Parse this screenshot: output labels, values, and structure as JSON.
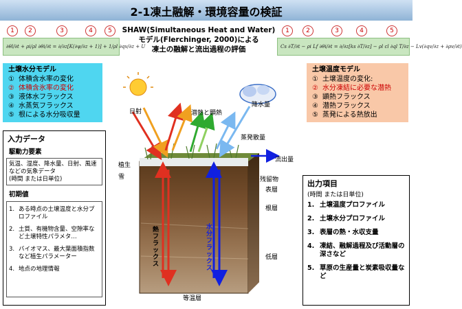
{
  "title": "2-1凍土融解・環境容量の検証",
  "left_equation": {
    "numbers": [
      "1",
      "2",
      "3",
      "4",
      "5"
    ],
    "formula": "∂θl/∂t + ρi/ρl ∂θi/∂t = ∂/∂z[K(∂ψ/∂z + 1)] + 1/ρl ∂qv/∂z + U"
  },
  "right_equation": {
    "numbers": [
      "1",
      "2",
      "3",
      "4",
      "5"
    ],
    "formula": "Cs ∂T/∂t − ρi Lf ∂θi/∂t = ∂/∂z[ks ∂T/∂z] − ρl cl ∂ql T/∂z − Lv(∂qv/∂z + ∂ρv/∂t)"
  },
  "center_heading": {
    "line1": "SHAW(Simultaneous Heat and Water)",
    "line2": "モデル(Flerchinger, 2000)による",
    "line3": "凍土の融解と流出過程の評価"
  },
  "water_model": {
    "title": "土壌水分モデル",
    "items": [
      {
        "num": "①",
        "text": "体積含水率の変化",
        "highlight": false
      },
      {
        "num": "②",
        "text": "体積含氷率の変化",
        "highlight": true
      },
      {
        "num": "③",
        "text": "液体水フラックス",
        "highlight": false
      },
      {
        "num": "④",
        "text": "水蒸気フラックス",
        "highlight": false
      },
      {
        "num": "⑤",
        "text": "根による水分吸収量",
        "highlight": false
      }
    ]
  },
  "heat_model": {
    "title": "土壌温度モデル",
    "items": [
      {
        "num": "①",
        "text": "土壌温度の変化:",
        "highlight": false
      },
      {
        "num": "②",
        "text": "水分凍結に必要な潜熱",
        "highlight": true
      },
      {
        "num": "③",
        "text": "顕熱フラックス",
        "highlight": false
      },
      {
        "num": "④",
        "text": "潜熱フラックス",
        "highlight": false
      },
      {
        "num": "⑤",
        "text": "蒸発による熱放出",
        "highlight": false
      }
    ]
  },
  "input": {
    "title": "入力データ",
    "driving_title": "駆動力要素",
    "driving_text": "気温、湿度、降水量、日射、風速などの気象データ",
    "driving_note": "(時間 または日単位)",
    "initial_title": "初期値",
    "initial_items": [
      {
        "num": "1.",
        "text": "ある時点の土壌温度と水分プロファイル"
      },
      {
        "num": "2.",
        "text": "土質、有機物含量、空隙率など土壌特性パラメタ…"
      },
      {
        "num": "3.",
        "text": "バイオマス、最大葉面積指数など植生パラメーター"
      },
      {
        "num": "4.",
        "text": "地点の地理情報"
      }
    ]
  },
  "output": {
    "title": "出力項目",
    "note": "(時間 または日単位)",
    "items": [
      {
        "num": "1.",
        "text": "土壌温度プロファイル"
      },
      {
        "num": "2.",
        "text": "土壌水分プロファイル"
      },
      {
        "num": "3.",
        "text": "表層の熱・水収支量"
      },
      {
        "num": "4.",
        "text": "凍結、融解過程及び活動層の深さなど"
      },
      {
        "num": "5.",
        "text": "草原の生産量と炭素吸収量など"
      }
    ]
  },
  "diagram": {
    "radiation": "日射",
    "latent_sensible": "潜熱と顕熱",
    "precipitation": "降水量",
    "evapotranspiration": "蒸発散量",
    "vegetation": "植生",
    "snow": "雪",
    "runoff": "流出量",
    "residue": "残留物",
    "surface": "表層",
    "root_layer": "根層",
    "low_layer": "低層",
    "heat_flux": "熱フラックス",
    "water_flux": "水分フラックス",
    "isothermal": "等温層"
  },
  "colors": {
    "water_box": "#4fd6f0",
    "heat_box": "#f9c8a8",
    "highlight": "#cc0000",
    "equation_bg": "#c9e6c0"
  }
}
